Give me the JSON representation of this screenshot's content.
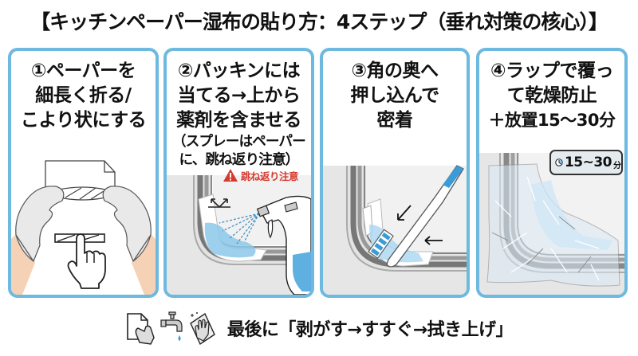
{
  "title": "【キッチンペーパー湿布の貼り方：4ステップ（垂れ対策の核心）】",
  "colors": {
    "panel_border": "#6db9e0",
    "warning_red": "#d63a2f",
    "liquid_blue": "#8cc8ea",
    "brush_blue": "#3a9bd6",
    "glove": "#e6e6e6",
    "skin": "#f5d2b5",
    "frame_gray": "#888888",
    "wall_gray": "#e2e2e2"
  },
  "steps": [
    {
      "number": "①",
      "lines": [
        "①ペーパーを",
        "細長く折る/",
        "こより状にする"
      ],
      "illustration": "gloved-hands-twisting-paper"
    },
    {
      "number": "②",
      "lines": [
        "②パッキンには",
        "当てる→上から",
        "薬剤を含ませる"
      ],
      "sub_lines": [
        "（スプレーはペーパー",
        "に、跳ね返り注意）"
      ],
      "warning_label": "跳ね返り注意",
      "illustration": "spray-bottle-on-paper"
    },
    {
      "number": "③",
      "lines": [
        "③角の奥へ",
        "押し込んで",
        "密着"
      ],
      "illustration": "toothbrush-pressing-paper"
    },
    {
      "number": "④",
      "lines": [
        "④ラップで覆っ",
        "て乾燥防止",
        "＋放置15〜30分"
      ],
      "timer_badge": {
        "value": "15~30",
        "unit": "分"
      },
      "illustration": "plastic-wrap-covering-corner"
    }
  ],
  "footer": {
    "icons": [
      "peel-paper-icon",
      "faucet-icon",
      "wipe-cloth-icon"
    ],
    "text": "最後に「剥がす→すすぐ→拭き上げ」"
  }
}
